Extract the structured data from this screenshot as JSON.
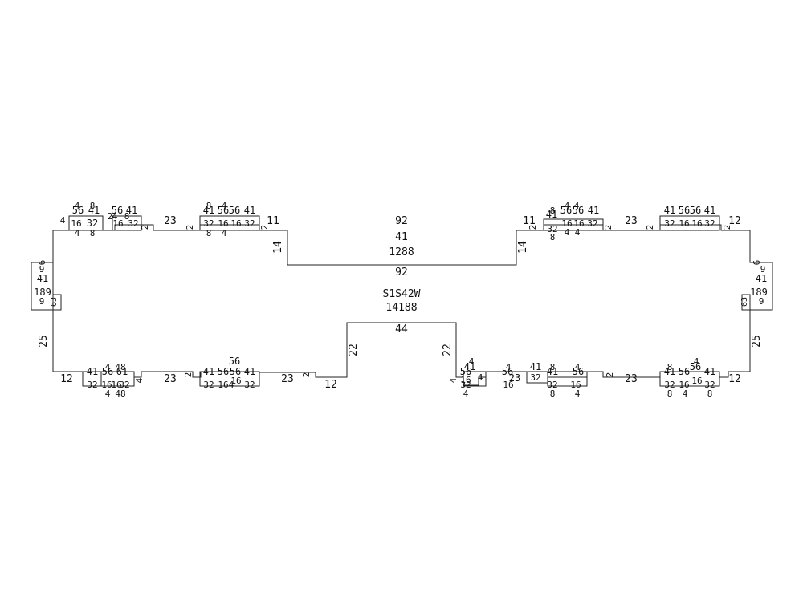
{
  "plan": {
    "id": "S1S42W",
    "area": "14188"
  },
  "cutout_top": {
    "top": "92",
    "bottom": "92",
    "left": "14",
    "right": "14",
    "width": "41",
    "area": "1288"
  },
  "cutout_bottom": {
    "top": "44",
    "left": "22",
    "right": "22"
  },
  "side_left": "25",
  "side_right": "25",
  "top_edge": [
    "23",
    "11",
    "11",
    "23",
    "12"
  ],
  "bottom_edge": [
    "12",
    "23",
    "23",
    "12",
    "23",
    "12"
  ],
  "small_labels": [
    "2",
    "2",
    "2",
    "2",
    "2",
    "2",
    "4",
    "4",
    "2",
    "2",
    "2",
    "2"
  ],
  "left_pier": [
    "6",
    "9",
    "41",
    "189",
    "9",
    "63"
  ],
  "right_pier": [
    "6",
    "9",
    "41",
    "189",
    "9",
    "63"
  ],
  "clusters": {
    "tl": [
      "4",
      "8",
      "56",
      "41",
      "4",
      "16",
      "32",
      "4",
      "8"
    ],
    "tl2": [
      "56",
      "41",
      "2",
      "4",
      "8",
      "16",
      "32"
    ],
    "tc": [
      "8",
      "4",
      "41",
      "56",
      "56",
      "41",
      "32",
      "16",
      "16",
      "32",
      "8",
      "4"
    ],
    "tr1": [
      "8",
      "4",
      "4",
      "41",
      "56",
      "56",
      "41",
      "32",
      "16",
      "16",
      "32",
      "8",
      "4",
      "4"
    ],
    "tr2": [
      "41",
      "56",
      "56",
      "41",
      "32",
      "16",
      "16",
      "32"
    ],
    "bl": [
      "4",
      "48",
      "41",
      "56",
      "61",
      "32",
      "16",
      "16",
      "32",
      "4",
      "48"
    ],
    "bc": [
      "56",
      "41",
      "56",
      "56",
      "41",
      "32",
      "16",
      "16",
      "32",
      "4"
    ],
    "br1": [
      "4",
      "41",
      "56",
      "4",
      "16",
      "32",
      "4"
    ],
    "br2": [
      "4",
      "56",
      "23",
      "41",
      "32",
      "16"
    ],
    "br3": [
      "8",
      "41",
      "4",
      "56",
      "32",
      "16",
      "8",
      "4"
    ],
    "br4": [
      "8",
      "4",
      "41",
      "56",
      "56",
      "41",
      "32",
      "16",
      "16",
      "32",
      "8",
      "4",
      "8"
    ]
  }
}
